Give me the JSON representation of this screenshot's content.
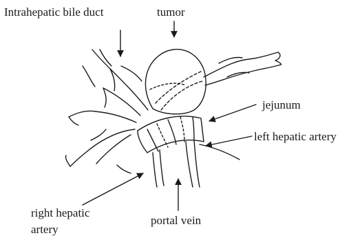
{
  "labels": {
    "intrahepatic_bile_duct": "Intrahepatic bile duct",
    "tumor": "tumor",
    "jejunum": "jejunum",
    "left_hepatic_artery": "left hepatic artery",
    "right_hepatic_artery_line1": "right hepatic",
    "right_hepatic_artery_line2": "artery",
    "portal_vein": "portal vein"
  },
  "colors": {
    "ink": "#1a1a1a",
    "background": "#ffffff"
  }
}
